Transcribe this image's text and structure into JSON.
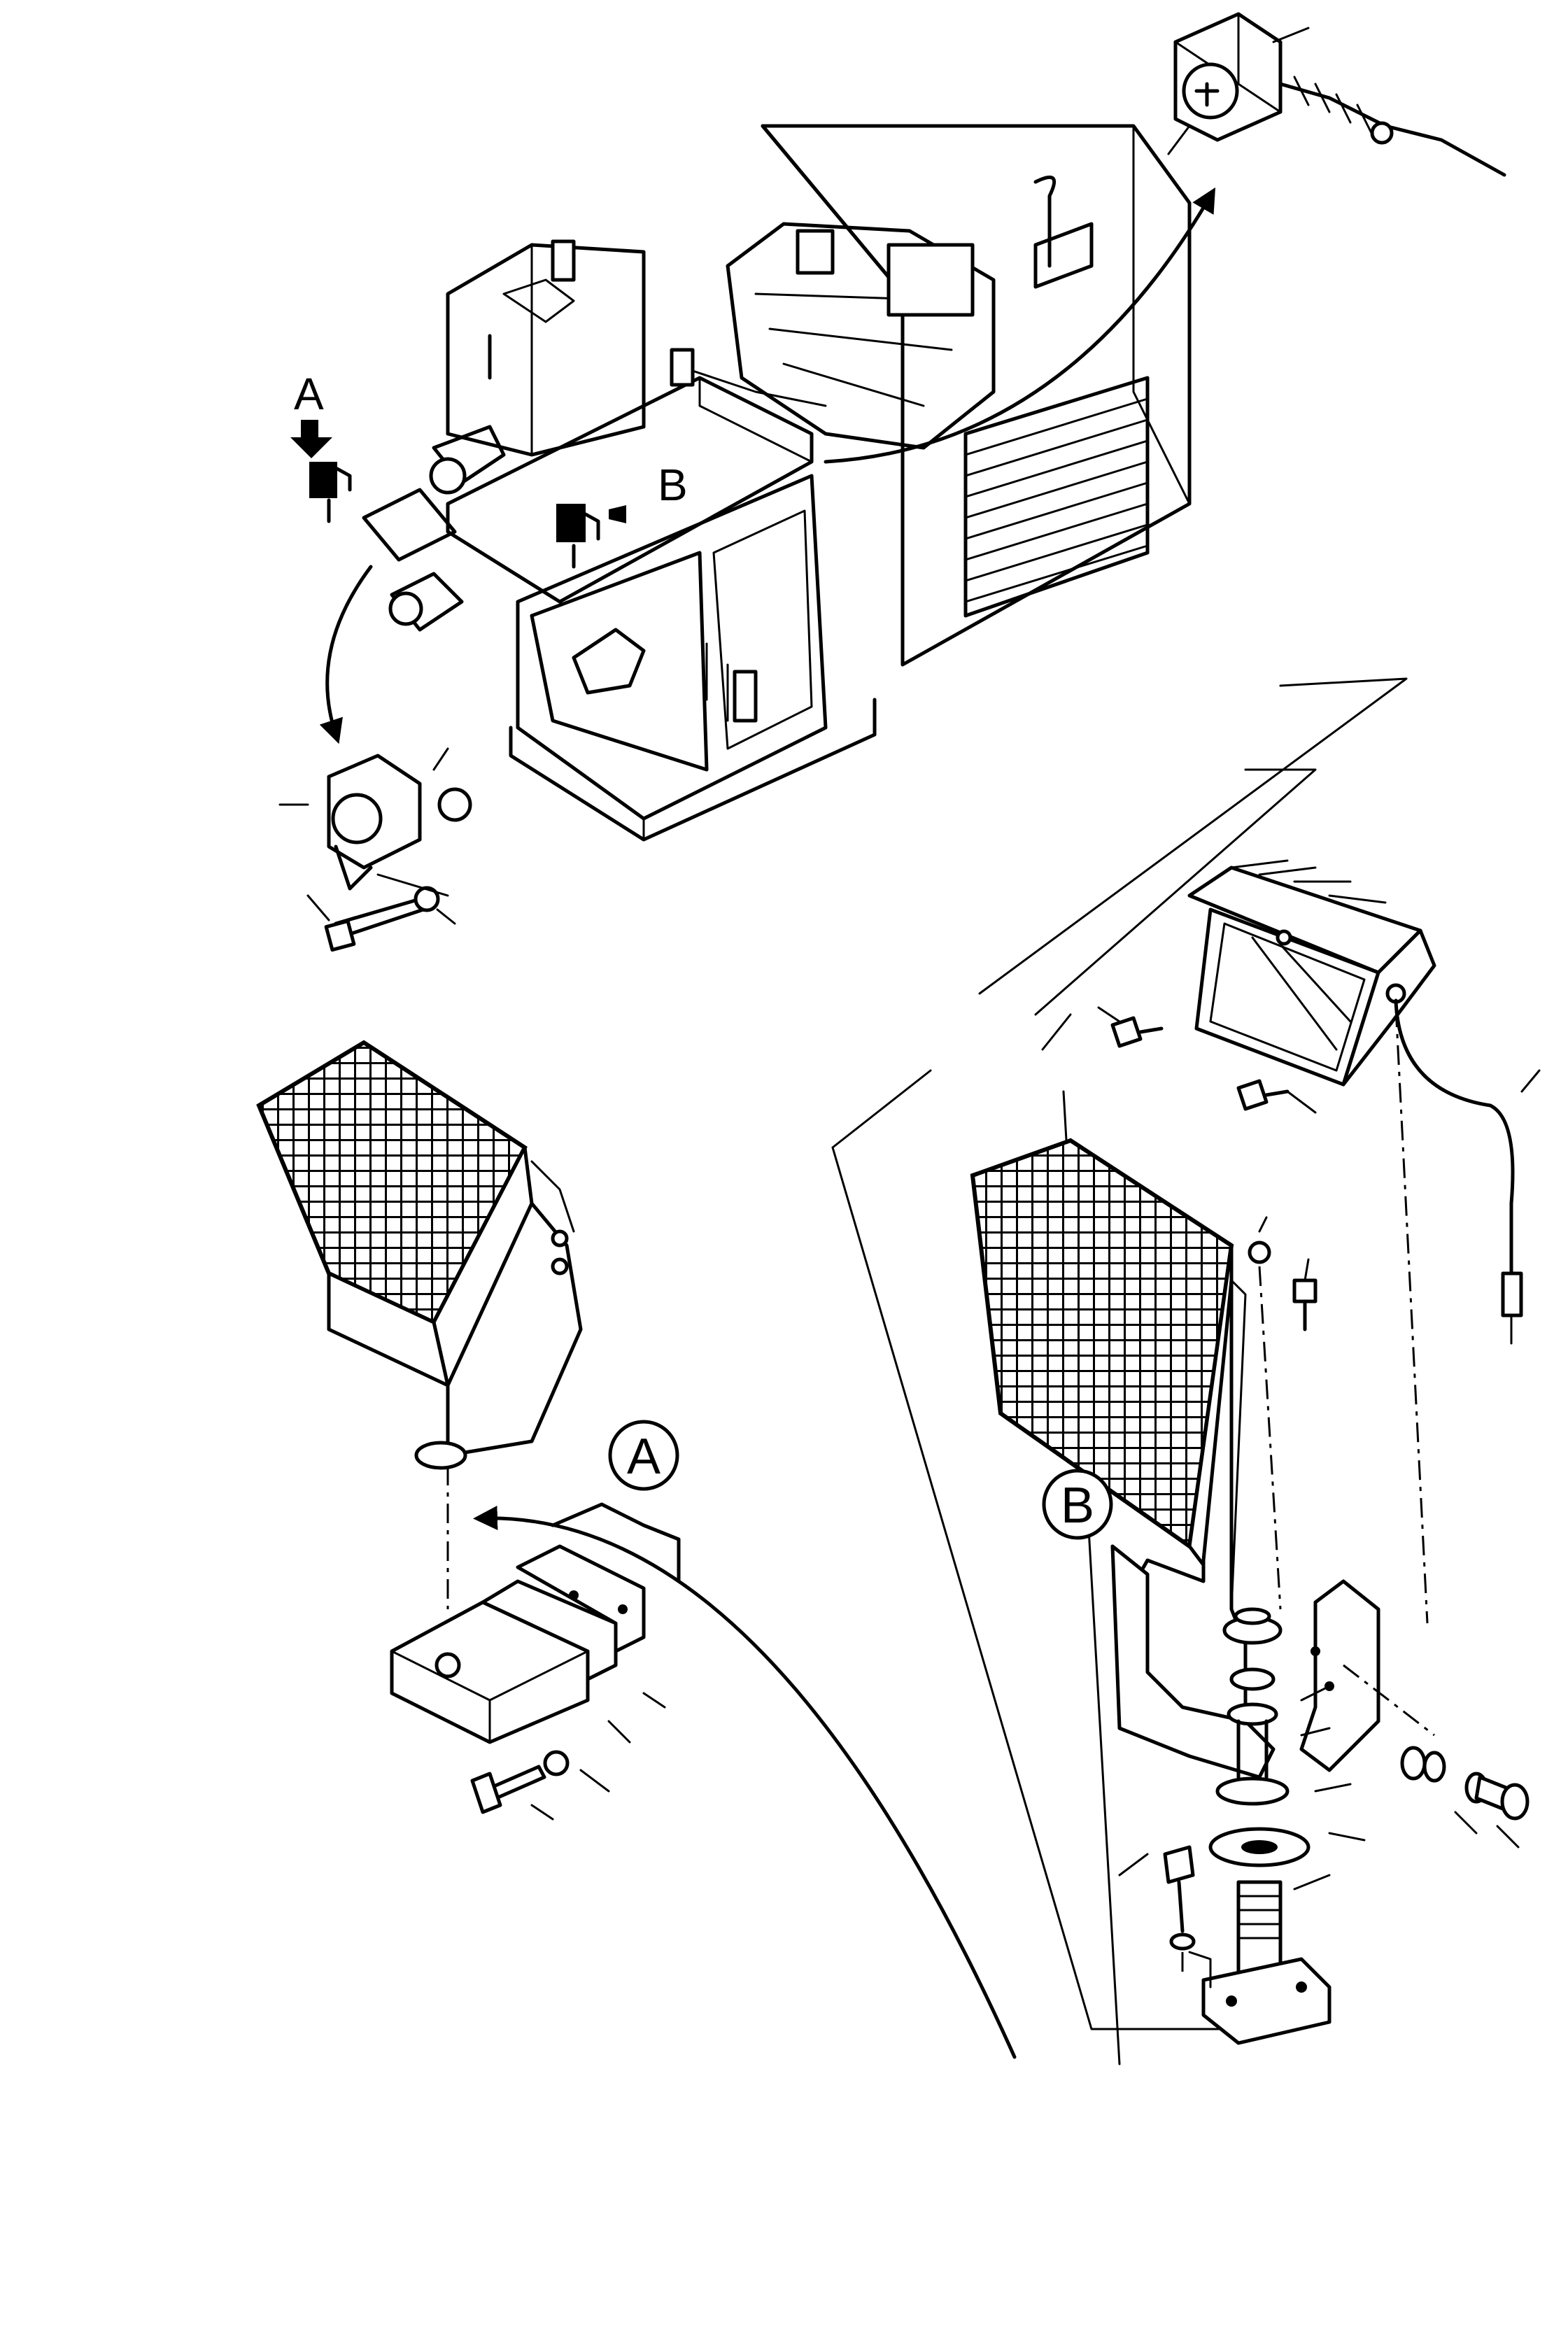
{
  "callouts": {
    "A": "A",
    "B": "B",
    "A_circled": "A",
    "B_circled": "B"
  },
  "icons": [
    "work-lamp",
    "connector-socket",
    "bracket",
    "bolt",
    "washer",
    "nut",
    "cable"
  ]
}
